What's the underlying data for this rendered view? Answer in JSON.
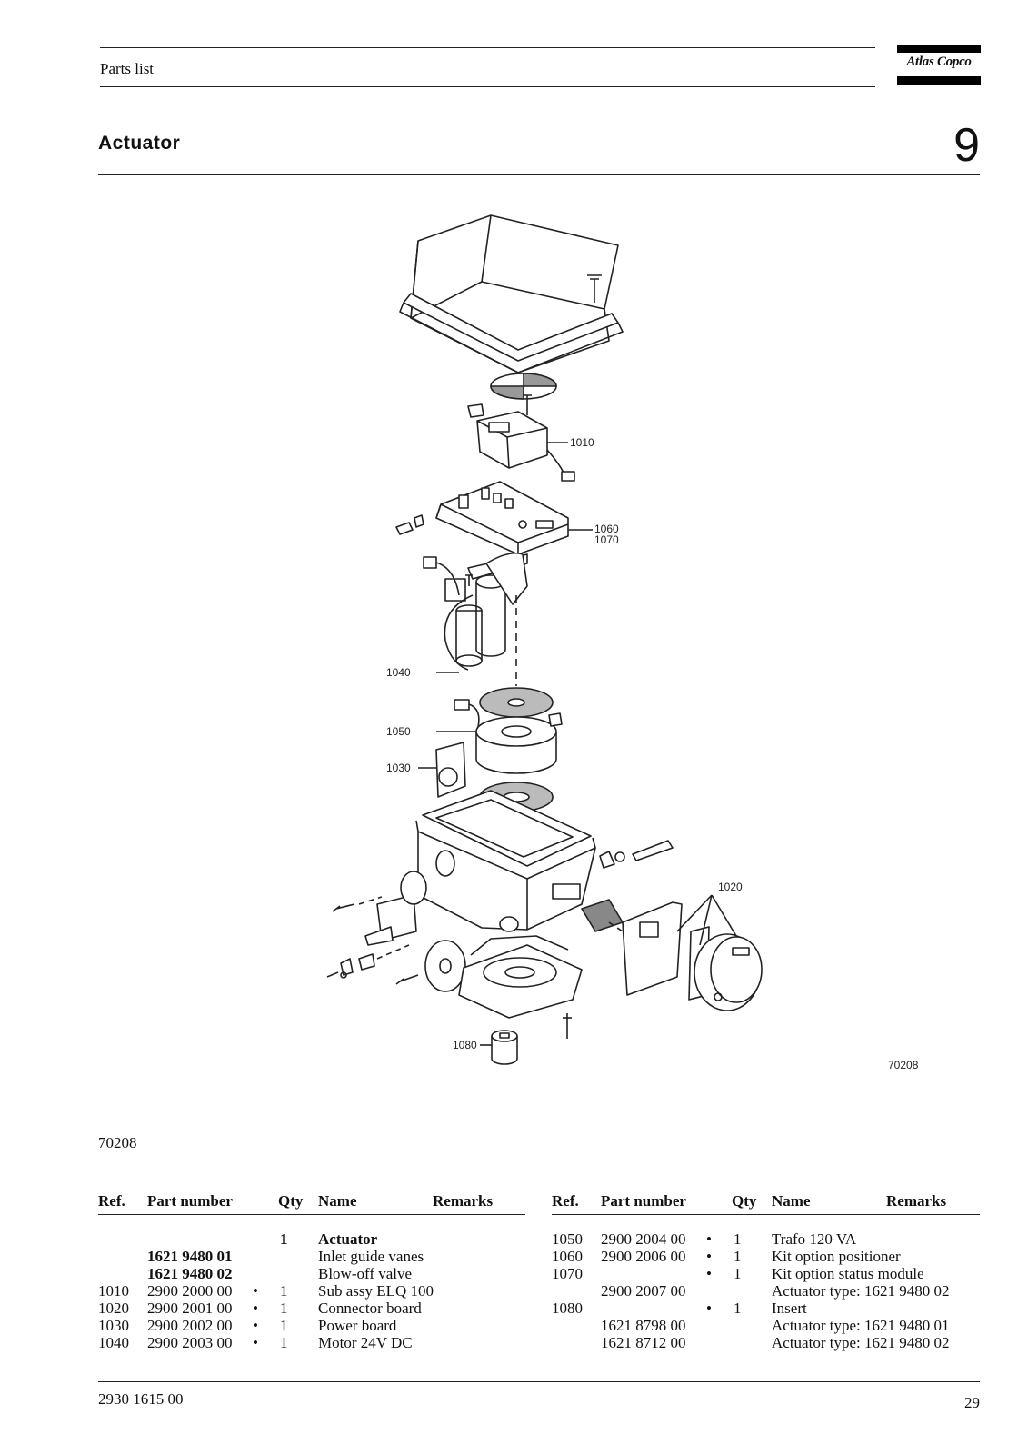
{
  "header": {
    "section": "Parts list",
    "brand": "Atlas Copco"
  },
  "title": "Actuator",
  "chapter": "9",
  "figure": {
    "callouts": {
      "c1010": "1010",
      "c1060": "1060",
      "c1070": "1070",
      "c1040": "1040",
      "c1050": "1050",
      "c1030": "1030",
      "c1020": "1020",
      "c1080": "1080"
    },
    "drawing_number": "70208"
  },
  "figure_caption": "70208",
  "table": {
    "headers": {
      "ref": "Ref.",
      "part": "Part number",
      "qty": "Qty",
      "name": "Name",
      "remarks": "Remarks"
    },
    "left": [
      {
        "ref": "",
        "part": "",
        "dot": "",
        "qty": "1",
        "name": "Actuator",
        "bold_name": true,
        "bold_part": false
      },
      {
        "ref": "",
        "part": "1621 9480 01",
        "dot": "",
        "qty": "",
        "name": "Inlet guide vanes",
        "bold_name": false,
        "bold_part": true
      },
      {
        "ref": "",
        "part": "1621 9480 02",
        "dot": "",
        "qty": "",
        "name": "Blow-off valve",
        "bold_name": false,
        "bold_part": true
      },
      {
        "ref": "1010",
        "part": "2900 2000 00",
        "dot": "•",
        "qty": "1",
        "name": "Sub assy ELQ 100",
        "bold_name": false,
        "bold_part": false
      },
      {
        "ref": "1020",
        "part": "2900 2001 00",
        "dot": "•",
        "qty": "1",
        "name": "Connector board",
        "bold_name": false,
        "bold_part": false
      },
      {
        "ref": "1030",
        "part": "2900 2002 00",
        "dot": "•",
        "qty": "1",
        "name": "Power board",
        "bold_name": false,
        "bold_part": false
      },
      {
        "ref": "1040",
        "part": "2900 2003 00",
        "dot": "•",
        "qty": "1",
        "name": "Motor 24V DC",
        "bold_name": false,
        "bold_part": false
      }
    ],
    "right": [
      {
        "ref": "1050",
        "part": "2900 2004 00",
        "dot": "•",
        "qty": "1",
        "name": "Trafo 120 VA"
      },
      {
        "ref": "1060",
        "part": "2900 2006 00",
        "dot": "•",
        "qty": "1",
        "name": "Kit option positioner"
      },
      {
        "ref": "1070",
        "part": "",
        "dot": "•",
        "qty": "1",
        "name": "Kit option status module"
      },
      {
        "ref": "",
        "part": "2900 2007 00",
        "dot": "",
        "qty": "",
        "name": "Actuator type: 1621 9480 02"
      },
      {
        "ref": "1080",
        "part": "",
        "dot": "•",
        "qty": "1",
        "name": "Insert"
      },
      {
        "ref": "",
        "part": "1621 8798 00",
        "dot": "",
        "qty": "",
        "name": "Actuator type: 1621 9480 01"
      },
      {
        "ref": "",
        "part": "1621 8712 00",
        "dot": "",
        "qty": "",
        "name": "Actuator type: 1621 9480 02"
      }
    ]
  },
  "footer": {
    "doc_number": "2930 1615 00",
    "page": "29"
  }
}
